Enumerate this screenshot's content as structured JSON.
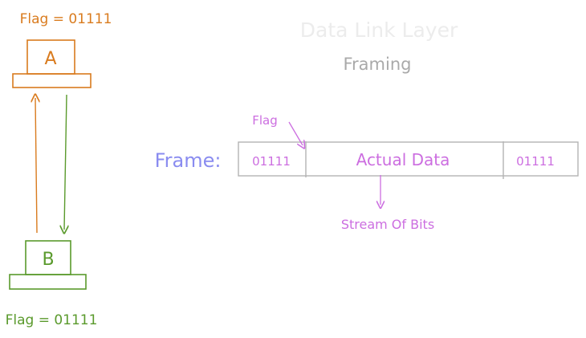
{
  "colors": {
    "node_a": "#d97b1e",
    "node_b": "#5a9a2c",
    "frame_box": "#b3b3b3",
    "frame_label": "#8a8cf0",
    "annotation": "#cc6ee0",
    "title": "#ececec",
    "subtitle": "#a9a9a9"
  },
  "header": {
    "title": "Data Link Layer",
    "subtitle": "Framing"
  },
  "node_a": {
    "label": "A",
    "flag_text": "Flag = 01111"
  },
  "node_b": {
    "label": "B",
    "flag_text": "Flag = 01111"
  },
  "frame": {
    "label": "Frame:",
    "cells": [
      "01111",
      "Actual Data",
      "01111"
    ],
    "flag_annotation": "Flag",
    "data_annotation": "Stream Of Bits"
  }
}
